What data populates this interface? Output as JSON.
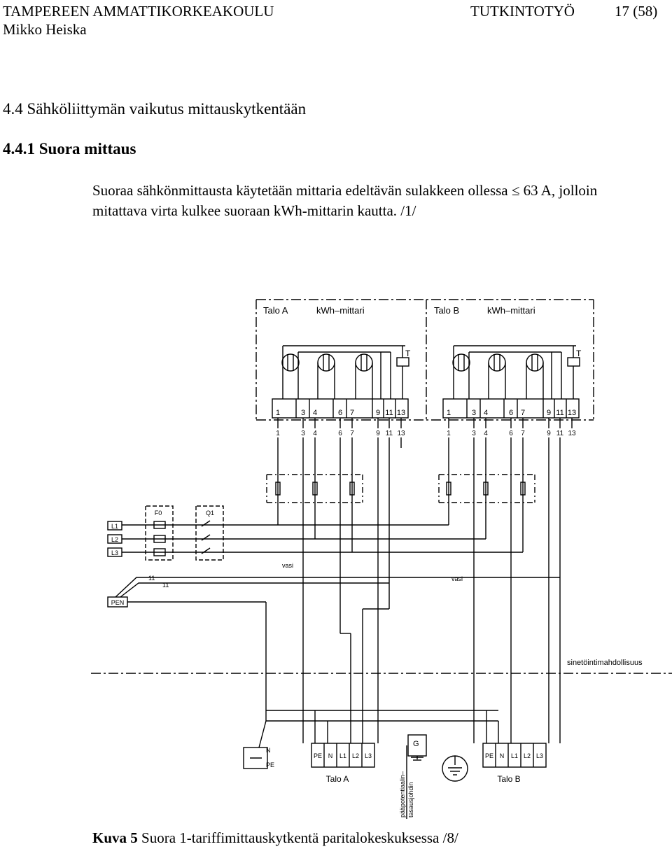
{
  "header": {
    "school": "TAMPEREEN AMMATTIKORKEAKOULU",
    "doc_type": "TUTKINTOTYÖ",
    "page": "17 (58)",
    "author": "Mikko Heiska"
  },
  "section": {
    "heading": "4.4 Sähköliittymän vaikutus mittauskytkentään",
    "subheading": "4.4.1 Suora mittaus",
    "para_line1": "Suoraa sähkönmittausta käytetään mittaria edeltävän sulakkeen ollessa ≤ 63 A, jolloin",
    "para_line2": "mitattava virta kulkee suoraan kWh-mittarin kautta. /1/"
  },
  "figure": {
    "caption_label": "Kuva 5",
    "caption_text": " Suora 1-tariffimittauskytkentä paritalokeskuksessa /8/"
  },
  "diagram": {
    "talo_a_title": "Talo A",
    "talo_b_title": "Talo B",
    "kwh_label": "kWh–mittari",
    "t_label": "T",
    "terminal_numbers": [
      "1",
      "3",
      "4",
      "6",
      "7",
      "9",
      "11",
      "13"
    ],
    "f0_label": "F0",
    "q1_label": "Q1",
    "phase_labels": [
      "L1",
      "L2",
      "L3"
    ],
    "pen_label": "PEN",
    "eleven_label": "11",
    "vasi_label": "vasi",
    "sinetointi_label": "sinetöintimahdollisuus",
    "n_label": "N",
    "pe_label": "PE",
    "g_label": "G",
    "block_labels": [
      "PE",
      "N",
      "L1",
      "L2",
      "L3"
    ],
    "bottom_talo_a": "Talo A",
    "bottom_talo_b": "Talo B",
    "vertical_line1": "pääpotentiaalin–",
    "vertical_line2": "tasausjohdin"
  }
}
